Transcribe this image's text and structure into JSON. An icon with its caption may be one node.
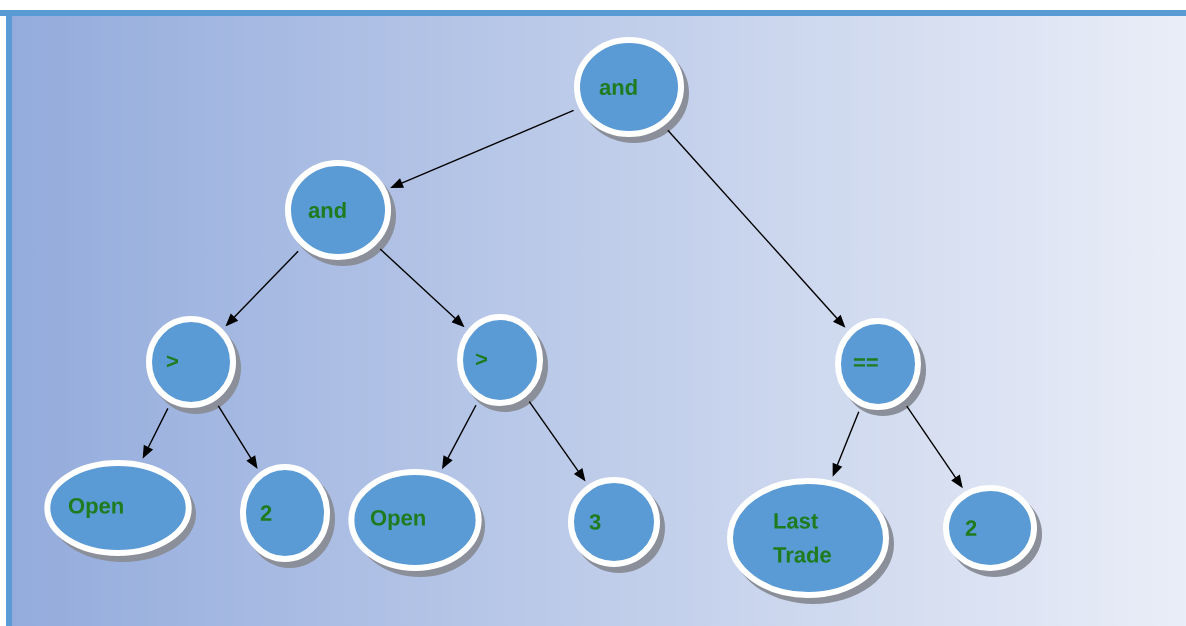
{
  "diagram": {
    "nodes": [
      {
        "text": [
          "and"
        ]
      },
      {
        "text": [
          "and"
        ]
      },
      {
        "text": [
          ">"
        ]
      },
      {
        "text": [
          ">"
        ]
      },
      {
        "text": [
          "=="
        ]
      },
      {
        "text": [
          "Open"
        ]
      },
      {
        "text": [
          "2"
        ]
      },
      {
        "text": [
          "Open"
        ]
      },
      {
        "text": [
          "3"
        ]
      },
      {
        "text": [
          "Last Trade"
        ]
      },
      {
        "text": [
          "2"
        ]
      }
    ],
    "edges": [
      {
        "from": 0,
        "to": 1,
        "arrow": "to"
      },
      {
        "from": 0,
        "to": 4,
        "arrow": "to"
      },
      {
        "from": 1,
        "to": 2,
        "arrow": "to"
      },
      {
        "from": 1,
        "to": 3,
        "arrow": "to"
      },
      {
        "from": 2,
        "to": 5,
        "arrow": "to"
      },
      {
        "from": 2,
        "to": 6,
        "arrow": "to"
      },
      {
        "from": 3,
        "to": 7,
        "arrow": "to"
      },
      {
        "from": 3,
        "to": 8,
        "arrow": "to"
      },
      {
        "from": 4,
        "to": 9,
        "arrow": "to"
      },
      {
        "from": 4,
        "to": 10,
        "arrow": "to"
      }
    ]
  }
}
